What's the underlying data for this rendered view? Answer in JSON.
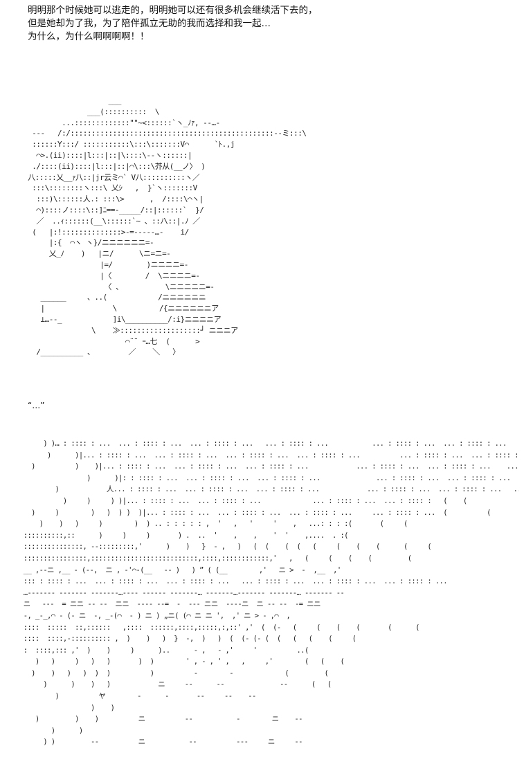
{
  "narration": {
    "lines": [
      "明明那个时候她可以逃走的，明明她可以还有很多机会继续活下去的，",
      "但是她却为了我，为了陪伴孤立无助的我而选择和我一起…",
      "为什么，为什么啊啊啊啊！！"
    ]
  },
  "figure_art": {
    "text": "                    ___\n               ___(::::::::::  \\\n         ...:::::::::::::\"\"~<::::::`ヽ_ﾉｧ, -‐…-\n  -‐-   /:/::::::::::::::::::::::::::::::::::::::::::::::::--ミ:::\\\n  ::::::Y:::/ :::::::::::\\:::\\:::::::V⌒      `ﾄ.,j\n   ⌒>.(ii)::::|l:::|::|\\::::\\-‐ヽ::::::|\n  ./::::(ii)::::|l:::|::|⌒\\:::\\芥从(__ノ〉 )\n 八:::::乂__ｧ八::|jr云ミ⌒` V八::::::::::ヽ／\n  :::\\::::::::ヽ:::\\ 乂ｼ   ,  }`ヽ:::::::V\n   :::)\\::::::人.: :::\\>      ,  /::::\\⌒ヽ|\n   ⌒)::::ノ::::\\::]ﾆ==-_____/::|::::::`  }/\n   ／  ..ｨ::::::(__\\::::::`~ 、::ﾉ\\::|.ﾉ ／\n  (   |:!::::::::::::::>-=-‐‐‐-…-    i/\n      |:{  ⌒ヽ ヽ}/ニニニニニニ=-\n      乂_ﾉ    )   |ニ/      \\ニ=ニ=-\n                  |=/        )ニニニニ=-\n                  |〈        /  \\ニニニニ=-\n                   〈 、          \\ニニニニニ=-\n    ______     、..(            /ニニニニニニ\n    |                \\          /{ニニニニニニア\n    ⊥…--_            ]i\\__________/:i}ニニニニア\n                \\    ≫:::::::::::::::::::┘ ニニニア\n                        ⌒¨¨ ｰ…七  (      >\n   /__________ 、        ／    ＼   〉"
  },
  "dialogue": {
    "text": "“…”"
  },
  "crowd_art": {
    "text": "      ) )… : :::: : ...  ... : :::: : ...  ... : :::: : ...   ... : :::: : ...           ... : :::: : ...  ... : :::: : ...        ... : :::\n       )      )|... : :::: : ...  ... : :::: : ...  ... : :::: : ...  ... : :::: : ...          ... : :::: : ...  ... : :::: : ...\n   )          )    )|... : :::: : ...  ... : :::: : ...  ... : :::: : ...            ... : :::: : ...  ... : :::: : ...    ... : :\n                 )      )|: : :::: : ...  ... : :::: : ...  ... : :::: : ...              ... : :::: : ...  ... : :::: : ...   ... : :\n         )            人... : :::: : ...  ... : :::: : ...  ... : :::: : ...            ... : :::: : ...  ... : :::: : ...   ... :::\n           )     )     ) )|... : :::: : ...  ... : :::: : ...             ... : :::: : ...  ... : :::: :   (    (\n   )     )        )   )  ) )  )|... : :::: : ...  ... : :::: : ...  ... : :::: : ...     ... : :::: : ...  (          (\n     )    )   )     )        )  ) .. : : : : : ,  '   ,   '     '    ,   ...: : : :(       (     (\n ::::::::::,::      )     )     )       ) .  ..  '    ,    ,    '  '    ,....  . :(\n :::::::::::::::, ‐‐:::::::::,'      )    )   }  - ,   )   (  (    (  (   (     (    (    (      (     (\n ::::::::::::::::,:::::::::::::::::::::::::::,::::,::::::::::::,'   ,   (     (    (    (         (\n __ ,‐‐ニ ,__ ‐ (‐‐,  ニ , ‐'⌒‐(__   ‐‐ )   ) ” ( (__        ,'   ニ >  ‐  ,__  ,'\n ::: : :::: : ...  ... : :::: : ...  ... : :::: : ...   ... : :::: : ...  ... : :::: : ...  ... : :::: : ...\n …‐‐‐‐‐‐‐ ‐‐‐‐‐‐‐ ‐‐‐‐‐‐‐…‐‐‐‐ ‐‐‐‐‐‐ ‐‐‐‐‐‐‐… ‐‐‐‐‐‐‐…‐‐‐‐‐‐‐ ‐‐‐‐‐‐‐… ‐‐‐‐‐‐‐ ‐‐\n ニ   ‐‐‐  = ニニ ‐‐ ‐‐  ニニ  ‐‐‐‐ ‐‐=  ‐  ‐‐‐ ニニ  ‐‐‐‐ニ  ニ ‐‐ ‐‐  -= ニニ\n ‐, _‐_,⌒ ‐ (‐ ニ  ‐, _‐(⌒  ‐ ) ニ ) „ニ( (⌒ ニ ニ ',  ,' ニ > ‐ ,⌒  ,\n ::::  :::::  ::,::::::   ,::::  ::::::,::::,:::::,:,::' ,'  (  (‐   (     (    (    (       (      (\n ::::  ::::,‐:::::::::: ,  )    )   )  }  -,  )   )  (  (‐ (‐ (  (   (   (    (     (\n :  ::::,::: ,'  )    )     )      )..      ‐ ,   ‐ ,'     '          ..(\n    )   )     )   )   )       )  )        ' , ‐ , ' ,   ,     ,'        (   (    (\n   )    )   )   )  )  )          )          ‐        ‐             (         (\n      )      )    )   )            ニ     ‐‐      ‐‐              ‐‐      (   (\n         )          ヤ        ‐      ‐       ‐‐     ‐‐    ‐‐\n                  )    )\n    )         )    )          ニ          ‐‐           -        ニ    ‐‐\n        )      )\n      ) )         ‐‐          ニ           ‐‐          ‐‐‐     ニ     ‐‐"
  }
}
